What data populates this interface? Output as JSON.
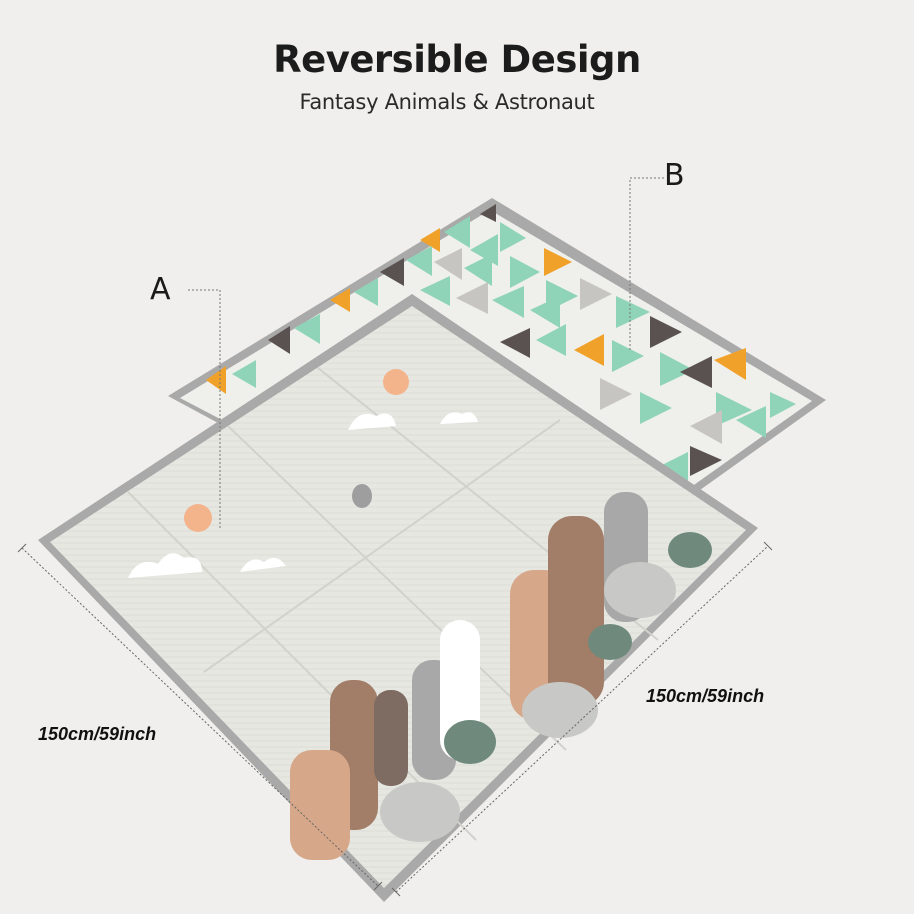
{
  "heading": {
    "title": "Reversible Design",
    "subtitle": "Fantasy Animals & Astronaut"
  },
  "callouts": {
    "side_a": "A",
    "side_b": "B"
  },
  "dimensions": {
    "left": "150cm/59inch",
    "right": "150cm/59inch"
  },
  "colors": {
    "background": "#f0efed",
    "mat_border": "#a9a9a9",
    "mat_face_a": "#e7e7e2",
    "mat_face_b": "#efefec",
    "triangle_mint": "#8fd4b8",
    "triangle_orange": "#f0a12a",
    "triangle_dark": "#5a5250",
    "triangle_grey": "#c7c5c2",
    "bear_brown": "#a27e68",
    "cat_orange": "#d6a789",
    "cat_grey": "#a8a8a8",
    "bunny_white": "#ffffff",
    "leaf_green": "#6f8a7d"
  }
}
